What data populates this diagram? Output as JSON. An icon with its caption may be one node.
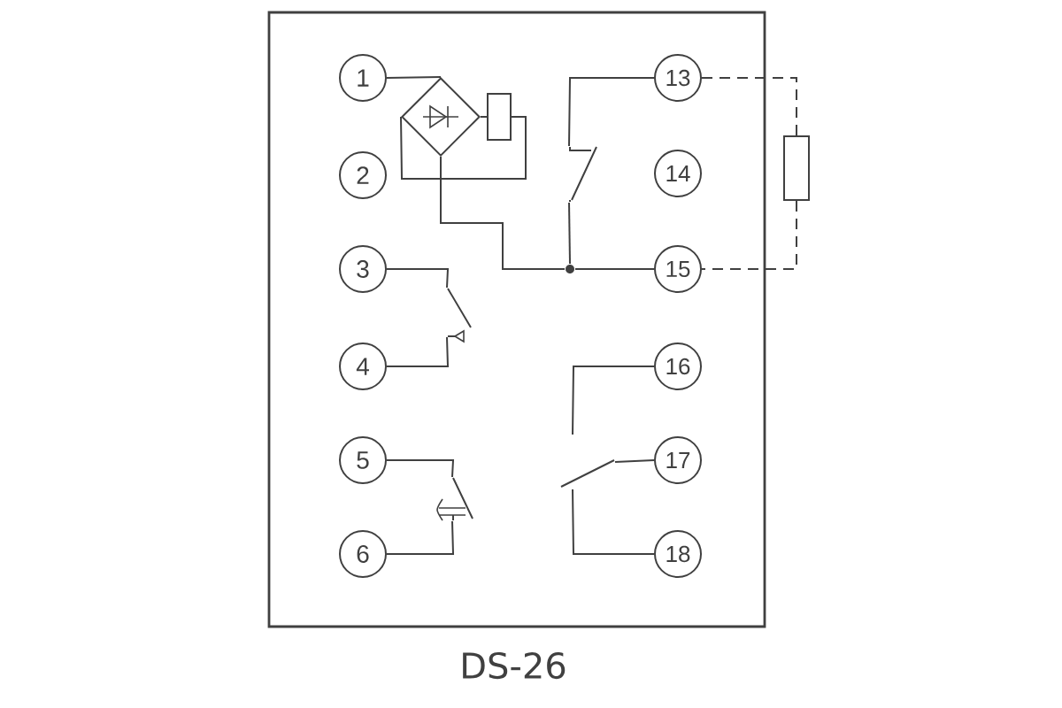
{
  "diagram": {
    "caption": "DS-26",
    "nodes": [
      {
        "text": [
          "1"
        ]
      },
      {
        "text": [
          "2"
        ]
      },
      {
        "text": [
          "3"
        ]
      },
      {
        "text": [
          "4"
        ]
      },
      {
        "text": [
          "5"
        ]
      },
      {
        "text": [
          "6"
        ]
      },
      {
        "text": [
          "13"
        ]
      },
      {
        "text": [
          "14"
        ]
      },
      {
        "text": [
          "15"
        ]
      },
      {
        "text": [
          "16"
        ]
      },
      {
        "text": [
          "17"
        ]
      },
      {
        "text": [
          "18"
        ]
      },
      {
        "text": [],
        "shape": "diamond"
      },
      {
        "text": [],
        "shape": "box"
      },
      {
        "text": [],
        "shape": "box"
      },
      {
        "text": [],
        "shape": "circle"
      },
      {
        "text": [],
        "shape": "switch"
      },
      {
        "text": [],
        "shape": "switch"
      },
      {
        "text": [],
        "shape": "switch"
      },
      {
        "text": [],
        "shape": "switch"
      }
    ],
    "edges": [
      {
        "from": 0,
        "to": 12,
        "arrow": "none"
      },
      {
        "from": 12,
        "to": 13,
        "arrow": "none"
      },
      {
        "from": 13,
        "to": 12,
        "arrow": "none"
      },
      {
        "from": 12,
        "to": 15,
        "arrow": "none"
      },
      {
        "from": 15,
        "to": 8,
        "arrow": "none"
      },
      {
        "from": 6,
        "to": 16,
        "arrow": "none"
      },
      {
        "from": 16,
        "to": 15,
        "arrow": "none"
      },
      {
        "from": 6,
        "to": 14,
        "arrow": "none",
        "style": "dashed"
      },
      {
        "from": 14,
        "to": 8,
        "arrow": "none",
        "style": "dashed"
      },
      {
        "from": 2,
        "to": 17,
        "arrow": "none"
      },
      {
        "from": 17,
        "to": 3,
        "arrow": "none"
      },
      {
        "from": 4,
        "to": 18,
        "arrow": "none"
      },
      {
        "from": 18,
        "to": 5,
        "arrow": "none"
      },
      {
        "from": 9,
        "to": 19,
        "arrow": "none"
      },
      {
        "from": 10,
        "to": 19,
        "arrow": "none"
      },
      {
        "from": 19,
        "to": 11,
        "arrow": "none"
      }
    ]
  }
}
